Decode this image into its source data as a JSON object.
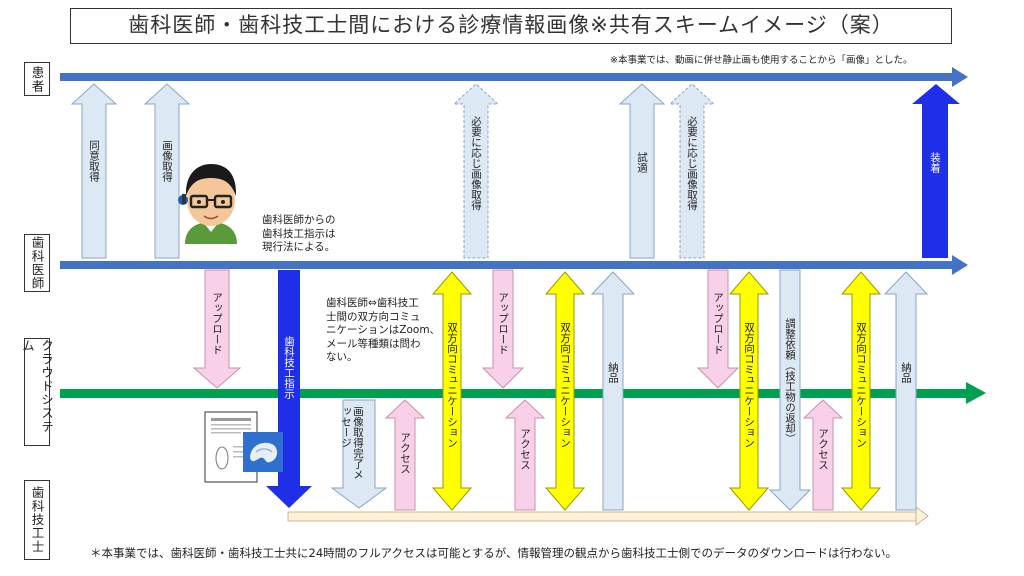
{
  "title": "歯科医師・歯科技工士間における診療情報画像※共有スキームイメージ（案）",
  "note_top": "※本事業では、動画に併せ静止画も使用することから「画像」とした。",
  "note_bottom": "＊本事業では、歯科医師・歯科技工士共に24時間のフルアクセスは可能とするが、情報管理の観点から歯科技工士側でのデータのダウンロードは行わない。",
  "lanes": {
    "patient": "患者",
    "dentist": "歯科医師",
    "cloud": "クラウドシステム",
    "technician": "歯科技工士"
  },
  "notes": {
    "instruction_law": [
      "歯科医師からの",
      "歯科技工指示は",
      "現行法による。"
    ],
    "communication_tools": [
      "歯科医師⇔歯科技工",
      "士間の双方向コミュ",
      "ニケーションはZoom、",
      "メール等種類は問わ",
      "ない。"
    ]
  },
  "arrows": {
    "consent": "同意取得",
    "image_capture": "画像取得",
    "upload_1": "アップロード",
    "instruction": "歯科技工指示",
    "image_complete_msg": "画像取得完了メッセージ",
    "access_1": "アクセス",
    "bidir_1": "双方向コミュニケーション",
    "capture_as_needed_1": "必要に応じ画像取得",
    "upload_2": "アップロード",
    "access_2": "アクセス",
    "bidir_2": "双方向コミュニケーション",
    "delivery_1": "納品",
    "fitting": "試適",
    "capture_as_needed_2": "必要に応じ画像取得",
    "upload_3": "アップロード",
    "bidir_3": "双方向コミュニケーション",
    "adjust_request": "調整依頼（技工物の返却）",
    "access_3": "アクセス",
    "bidir_4": "双方向コミュニケーション",
    "delivery_2": "納品",
    "mounting": "装着"
  },
  "colors": {
    "blue_line": "#4472c4",
    "green_line": "#00a050",
    "yellow": "#ffff00",
    "pink": "#f8d0e8",
    "light_blue": "#dce8f4",
    "dark_blue": "#1f2ee8",
    "beige": "#fdf1d8"
  },
  "icons": [
    "dentist-avatar",
    "document-icon",
    "tooth-3d-icon"
  ]
}
